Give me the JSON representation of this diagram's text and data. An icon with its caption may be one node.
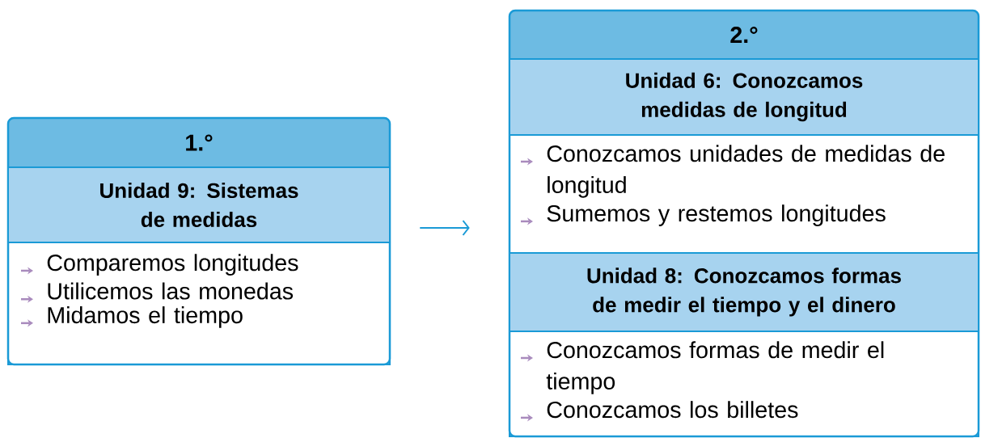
{
  "diagram": {
    "nodes": [
      {
        "text": [
          "1.°"
        ]
      },
      {
        "text": [
          "Unidad 9: Sistemas de medidas"
        ],
        "in": 0
      },
      {
        "text": [
          "Comparemos longitudes",
          "Utilicemos las monedas",
          "Midamos el tiempo"
        ],
        "in": 0
      },
      {
        "text": [
          "2.°"
        ]
      },
      {
        "text": [
          "Unidad 6: Conozcamos medidas de longitud"
        ],
        "in": 3
      },
      {
        "text": [
          "Conozcamos unidades de medidas de longitud",
          "Sumemos y restemos longitudes"
        ],
        "in": 3
      },
      {
        "text": [
          "Unidad 8: Conozcamos formas de medir el tiempo y el dinero"
        ],
        "in": 3
      },
      {
        "text": [
          "Conozcamos formas de medir el tiempo",
          "Conozcamos los billetes"
        ],
        "in": 3
      }
    ],
    "edges": [
      {
        "from": 0,
        "to": 3,
        "arrow": "to"
      }
    ]
  }
}
